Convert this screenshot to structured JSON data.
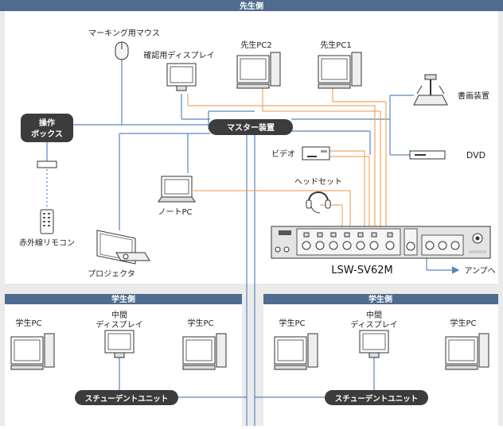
{
  "sections": {
    "teacher": "先生側",
    "student_left": "学生側",
    "student_right": "学生側"
  },
  "devices": {
    "mouse": "マーキング用マウス",
    "confirm_display": "確認用ディスプレイ",
    "teacher_pc2": "先生PC2",
    "teacher_pc1": "先生PC1",
    "document_camera": "書画装置",
    "control_box_line1": "操作",
    "control_box_line2": "ボックス",
    "master": "マスター装置",
    "video": "ビデオ",
    "dvd": "DVD",
    "notebook": "ノートPC",
    "headset": "ヘッドセット",
    "remote": "赤外線リモコン",
    "projector": "プロジェクタ",
    "mixer_model": "LSW-SV62M",
    "amp": "アンプへ"
  },
  "students": {
    "left_pc_a": "学生PC",
    "left_mid_line1": "中間",
    "left_mid_line2": "ディスプレイ",
    "left_pc_b": "学生PC",
    "left_unit": "スチューデントユニット",
    "right_pc_a": "学生PC",
    "right_mid_line1": "中間",
    "right_mid_line2": "ディスプレイ",
    "right_pc_b": "学生PC",
    "right_unit": "スチューデントユニット"
  },
  "colors": {
    "header_bar": "#4f6b8f",
    "blue_line": "#5b86c0",
    "orange_line": "#f0a868",
    "pill": "#3c3c3c",
    "mixer_body": "#e4e4e4"
  }
}
